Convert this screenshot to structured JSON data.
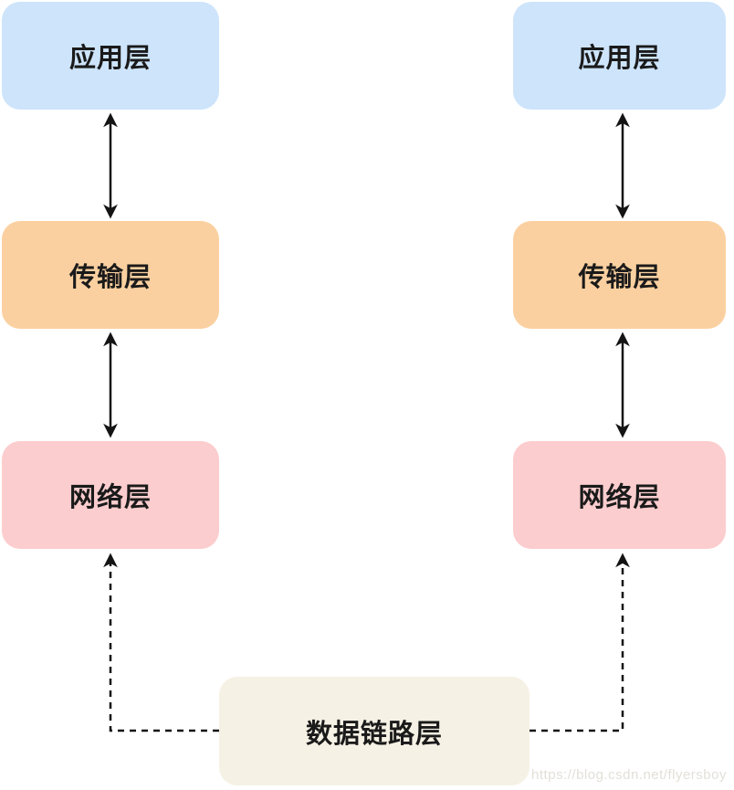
{
  "diagram": {
    "columns": [
      {
        "side": "left",
        "layers": [
          {
            "id": "application",
            "label": "应用层",
            "color": "#cde4fb"
          },
          {
            "id": "transport",
            "label": "传输层",
            "color": "#fbd0a0"
          },
          {
            "id": "network",
            "label": "网络层",
            "color": "#fccdce"
          }
        ]
      },
      {
        "side": "right",
        "layers": [
          {
            "id": "application",
            "label": "应用层",
            "color": "#cde4fb"
          },
          {
            "id": "transport",
            "label": "传输层",
            "color": "#fbd0a0"
          },
          {
            "id": "network",
            "label": "网络层",
            "color": "#fccdce"
          }
        ]
      }
    ],
    "shared_layer": {
      "id": "datalink",
      "label": "数据链路层",
      "color": "#f5f1e4"
    },
    "line_color": "#141414",
    "text_color": "#1a1a1a",
    "watermark": "https://blog.csdn.net/flyersboy"
  }
}
